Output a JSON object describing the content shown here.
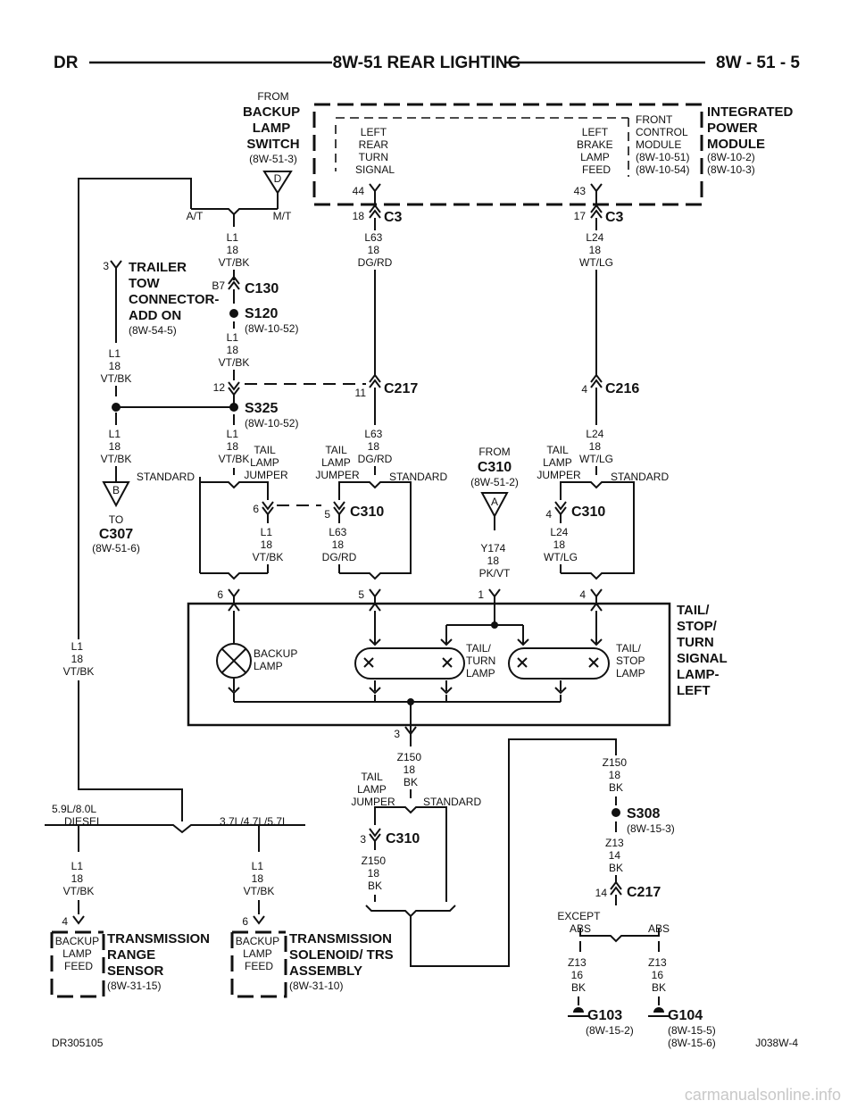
{
  "header": {
    "left": "DR",
    "title": "8W-51 REAR LIGHTING",
    "right": "8W - 51 - 5"
  },
  "ipm": {
    "title": [
      "INTEGRATED",
      "POWER",
      "MODULE"
    ],
    "refs": [
      "(8W-10-2)",
      "(8W-10-3)"
    ],
    "left_turn": [
      "LEFT",
      "REAR",
      "TURN",
      "SIGNAL"
    ],
    "left_brake": [
      "LEFT",
      "BRAKE",
      "LAMP",
      "FEED"
    ],
    "fcm": [
      "FRONT",
      "CONTROL",
      "MODULE",
      "(8W-10-51)",
      "(8W-10-54)"
    ],
    "pin_turn": "44",
    "pin_brake": "43",
    "c3_a_pin": "18",
    "c3_a": "C3",
    "c3_b_pin": "17",
    "c3_b": "C3"
  },
  "backup_switch": {
    "from": "FROM",
    "name": [
      "BACKUP",
      "LAMP",
      "SWITCH"
    ],
    "ref": "(8W-51-3)",
    "connector": "D",
    "at": "A/T",
    "mt": "M/T"
  },
  "wires": {
    "l1": [
      "L1",
      "18",
      "VT/BK"
    ],
    "l63": [
      "L63",
      "18",
      "DG/RD"
    ],
    "l24": [
      "L24",
      "18",
      "WT/LG"
    ],
    "y174": [
      "Y174",
      "18",
      "PK/VT"
    ],
    "z150": [
      "Z150",
      "18",
      "BK"
    ],
    "z13_14": [
      "Z13",
      "14",
      "BK"
    ],
    "z13_16": [
      "Z13",
      "16",
      "BK"
    ]
  },
  "c130": {
    "pin": "B7",
    "label": "C130"
  },
  "s120": {
    "label": "S120",
    "ref": "(8W-10-52)"
  },
  "s325": {
    "label": "S325",
    "ref": "(8W-10-52)"
  },
  "c217a": {
    "pin_left": "12",
    "pin": "11",
    "label": "C217"
  },
  "c216": {
    "pin": "4",
    "label": "C216"
  },
  "trailer": {
    "pin": "3",
    "name": [
      "TRAILER",
      "TOW",
      "CONNECTOR-",
      "ADD ON"
    ],
    "ref": "(8W-54-5)"
  },
  "c307": {
    "connector": "B",
    "to": "TO",
    "label": "C307",
    "ref": "(8W-51-6)"
  },
  "options": {
    "standard": "STANDARD",
    "tail_jumper": [
      "TAIL",
      "LAMP",
      "JUMPER"
    ]
  },
  "c310_from": {
    "from": "FROM",
    "label": "C310",
    "ref": "(8W-51-2)",
    "connector": "A"
  },
  "c310": {
    "pin6": "6",
    "pin5": "5",
    "pin4": "4",
    "pin3": "3",
    "label": "C310"
  },
  "lamp": {
    "name": [
      "TAIL/",
      "STOP/",
      "TURN",
      "SIGNAL",
      "LAMP-",
      "LEFT"
    ],
    "pins": [
      "6",
      "5",
      "1",
      "4"
    ],
    "backup": [
      "BACKUP",
      "LAMP"
    ],
    "turn": [
      "TAIL/",
      "TURN",
      "LAMP"
    ],
    "stop": [
      "TAIL/",
      "STOP",
      "LAMP"
    ],
    "ground_pin": "3"
  },
  "engine": {
    "diesel": [
      "5.9L/8.0L",
      "DIESEL"
    ],
    "gas": "3.7L/4.7L/5.7L"
  },
  "trs_range": {
    "pin": "4",
    "feed": [
      "BACKUP",
      "LAMP",
      "FEED"
    ],
    "name": [
      "TRANSMISSION",
      "RANGE",
      "SENSOR"
    ],
    "ref": "(8W-31-15)"
  },
  "trs_solenoid": {
    "pin": "6",
    "feed": [
      "BACKUP",
      "LAMP",
      "FEED"
    ],
    "name": [
      "TRANSMISSION",
      "SOLENOID/ TRS",
      "ASSEMBLY"
    ],
    "ref": "(8W-31-10)"
  },
  "s308": {
    "label": "S308",
    "ref": "(8W-15-3)"
  },
  "c217b": {
    "pin": "14",
    "label": "C217"
  },
  "abs": {
    "except": [
      "EXCEPT",
      "ABS"
    ],
    "abs": "ABS"
  },
  "g103": {
    "label": "G103",
    "ref": "(8W-15-2)"
  },
  "g104": {
    "label": "G104",
    "refs": [
      "(8W-15-5)",
      "(8W-15-6)"
    ]
  },
  "footer": {
    "left": "DR305105",
    "right": "J038W-4",
    "watermark": "carmanualsonline.info"
  }
}
